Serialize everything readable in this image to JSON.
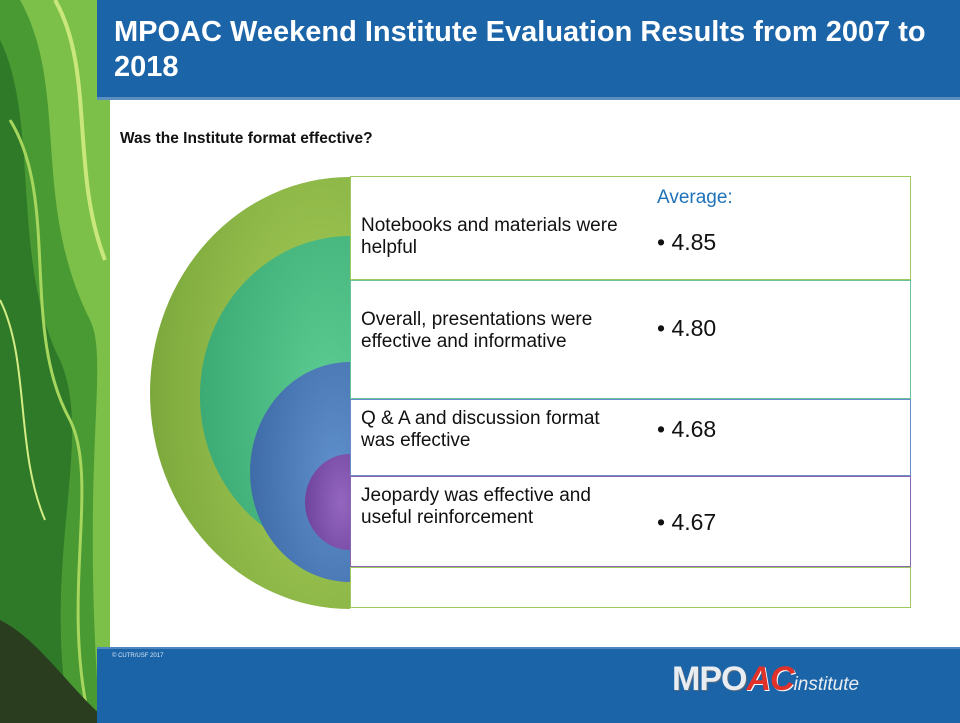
{
  "slide": {
    "title": "MPOAC Weekend Institute Evaluation Results from 2007 to 2018",
    "question": "Was the Institute format effective?",
    "average_heading": "Average:",
    "items": [
      {
        "label": "Notebooks and materials were helpful",
        "value": "• 4.85",
        "color": "#8db94a"
      },
      {
        "label": "Overall, presentations were effective and informative",
        "value": "• 4.80",
        "color": "#4dbb84"
      },
      {
        "label": "Q & A and discussion format was effective",
        "value": "• 4.68",
        "color": "#4f7fbd"
      },
      {
        "label": "Jeopardy was effective and useful reinforcement",
        "value": "• 4.67",
        "color": "#7d4ea6"
      }
    ],
    "copyright": "© CUTR/USF 2017",
    "logo": {
      "part1": "MPO",
      "part2": "AC",
      "part3": "institute"
    },
    "colors": {
      "header": "#1b64a8",
      "footer": "#1b64a8",
      "accent": "#1f72b8"
    }
  }
}
